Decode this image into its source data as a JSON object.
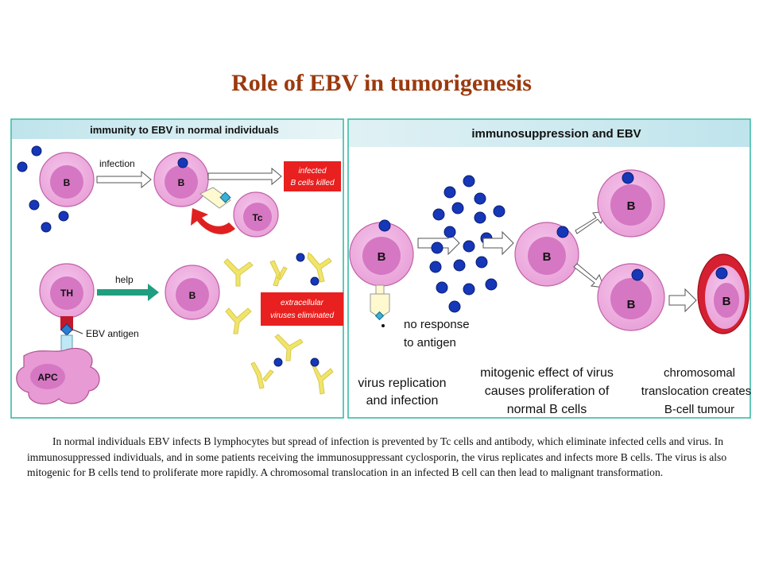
{
  "title": "Role of EBV in tumorigenesis",
  "left_panel": {
    "heading": "immunity to EBV in normal individuals",
    "infection_label": "infection",
    "help_label": "help",
    "ebv_antigen_label": "EBV antigen",
    "infected_killed": [
      "infected",
      "B cells killed"
    ],
    "viruses_eliminated": [
      "extracellular",
      "viruses eliminated"
    ],
    "cell_b": "B",
    "cell_tc": "Tc",
    "cell_th": "TH",
    "cell_apc": "APC"
  },
  "right_panel": {
    "heading": "immunosuppression and EBV",
    "no_response": [
      "no response",
      "to antigen"
    ],
    "step1": [
      "virus replication",
      "and infection"
    ],
    "step2": [
      "mitogenic effect of virus",
      "causes proliferation of",
      "normal B cells"
    ],
    "step3": [
      "chromosomal",
      "translocation creates",
      "B-cell tumour"
    ],
    "cell_b": "B"
  },
  "caption": "In normal individuals EBV infects B lymphocytes but spread of infection is prevented by Tc cells and antibody, which eliminate infected cells and virus. In immunosuppressed individuals, and in some patients receiving the immunosuppressant cyclosporin, the virus replicates and infects more B cells. The virus is also mitogenic for B cells tend to proliferate more rapidly. A chromosomal translocation in an infected B cell can then lead to malignant transformation.",
  "colors": {
    "title": "#9b3a0e",
    "panel_border": "#2fb5a0",
    "cell_outer": "#f0aede",
    "cell_inner": "#d577c3",
    "virus": "#1537b8",
    "kill_box": "#e8201f",
    "help_arrow": "#1f9e80",
    "antibody": "#f0e56a"
  }
}
